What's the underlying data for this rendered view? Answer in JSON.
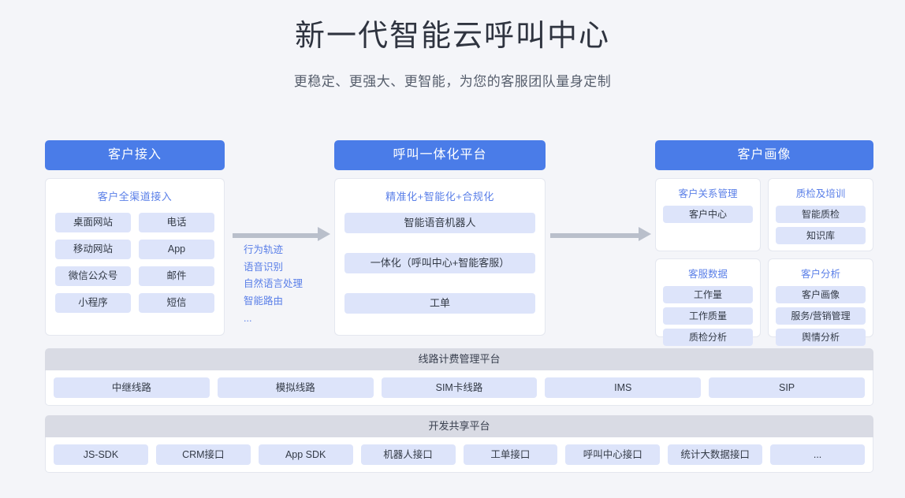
{
  "header": {
    "title": "新一代智能云呼叫中心",
    "subtitle": "更稳定、更强大、更智能，为您的客服团队量身定制"
  },
  "colors": {
    "page_bg": "#f4f5f9",
    "header_blue": "#4a7ce8",
    "accent_blue": "#5a7fe8",
    "chip_bg": "#dde4fa",
    "band_head_gray": "#d9dbe4",
    "arrow_gray": "#b9bfcb"
  },
  "columns": {
    "left": {
      "head": "客户接入",
      "subtitle": "客户全渠道接入",
      "chips": [
        "桌面网站",
        "电话",
        "移动网站",
        "App",
        "微信公众号",
        "邮件",
        "小程序",
        "短信"
      ]
    },
    "middle": {
      "head": "呼叫一体化平台",
      "subtitle": "精准化+智能化+合规化",
      "chips": [
        "智能语音机器人",
        "一体化（呼叫中心+智能客服）",
        "工单"
      ]
    },
    "right": {
      "head": "客户画像",
      "cards": [
        {
          "title": "客户关系管理",
          "chips": [
            "客户中心"
          ]
        },
        {
          "title": "质检及培训",
          "chips": [
            "智能质检",
            "知识库"
          ]
        },
        {
          "title": "客服数据",
          "chips": [
            "工作量",
            "工作质量",
            "质检分析"
          ]
        },
        {
          "title": "客户分析",
          "chips": [
            "客户画像",
            "服务/营销管理",
            "舆情分析"
          ]
        }
      ]
    }
  },
  "arrow_labels": [
    "行为轨迹",
    "语音识别",
    "自然语言处理",
    "智能路由",
    "..."
  ],
  "bands": [
    {
      "title": "线路计费管理平台",
      "chips": [
        "中继线路",
        "模拟线路",
        "SIM卡线路",
        "IMS",
        "SIP"
      ]
    },
    {
      "title": "开发共享平台",
      "chips": [
        "JS-SDK",
        "CRM接口",
        "App SDK",
        "机器人接口",
        "工单接口",
        "呼叫中心接口",
        "统计大数据接口",
        "..."
      ]
    }
  ]
}
